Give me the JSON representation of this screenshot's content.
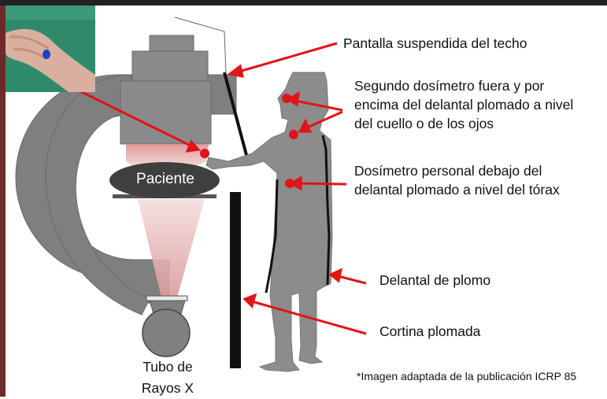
{
  "labels": {
    "screen": "Pantalla suspendida del techo",
    "second_dosimeter": "Segundo dosímetro fuera y por encima del delantal plomado a nivel del cuello o de los ojos",
    "personal_dosimeter": "Dosímetro personal debajo del delantal plomado a nivel del tórax",
    "apron": "Delantal de plomo",
    "curtain": "Cortina plomada",
    "patient": "Paciente",
    "tube": "Tubo de Rayos X"
  },
  "note": "*Imagen adaptada de la publicación ICRP 85",
  "colors": {
    "arrow": "#e0141a",
    "dosimeter": "#e0141a",
    "equipment": "#7f7f7f",
    "person": "#8c8c8c",
    "patient": "#3f3f3f",
    "frame_left": "#6e2a2a",
    "beam": "#e0a0a0"
  }
}
